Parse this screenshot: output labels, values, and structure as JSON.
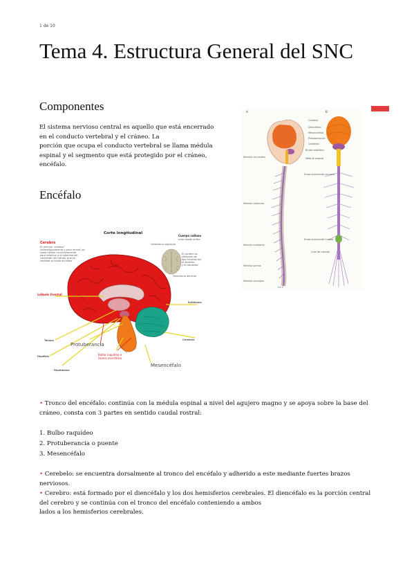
{
  "page_number": "1 de 10",
  "title": "Tema 4. Estructura General del SNC",
  "sections": {
    "componentes": {
      "heading": "Componentes",
      "lines": [
        "El sistema nervioso central es aquello que está encerrado",
        "en el conducto vertebral y el cráneo. La",
        "porción que ocupa el conducto vertebral se llama médula",
        "espinal y el segmento que está protegido por el cráneo,",
        "encéfalo."
      ]
    },
    "encefalo": {
      "heading": "Encéfalo"
    }
  },
  "figure_spine": {
    "label_a": "A",
    "label_b": "B",
    "left_labels": [
      "Nervios cervicales",
      "Nervios torácicos",
      "Nervios lumbares",
      "Nervios sacros",
      "Nervios coccígeo",
      "Co 1"
    ],
    "right_labels": [
      "Cerebro",
      "Diencéfalo",
      "Mesencéfalo",
      "Protuberancia",
      "Cerebelo",
      "Bulbo raquídeo",
      "Médula espinal",
      "Ensanchamiento cervical",
      "Ensanchamiento lumbar",
      "Cola de caballo"
    ]
  },
  "figure_brain": {
    "title": "Corte longitudinal",
    "callout_cerebro_title": "Cerebro",
    "callout_cerebro_text": [
      "El término \"cerebro\"",
      "(etimológicamente y poco formal) se",
      "suele utilizar incorrectamente",
      "para referirse a la totalidad del",
      "contenido del cráneo, que en",
      "realidad se llama encéfalo."
    ],
    "callout_callosum_title": "Cuerpo calloso",
    "callout_callosum_sub": "visto desde arriba",
    "callout_callosum_text": [
      "El cerebro se",
      "compone de",
      "dos hemisferios,",
      "el derecho",
      "y el izquierdo"
    ],
    "hem_left": "Hemisferio izquierdo",
    "hem_right": "Hemisferio derecho",
    "labels": {
      "lobulo_frontal": "Lóbulo frontal",
      "epitalamo": "Epitálamo",
      "cerebelo": "Cerebelo",
      "talamo": "Tálamo",
      "hipofisis": "Hipófisis",
      "hipotalamo": "Hipotálamo",
      "protuberancia": "Protuberancia",
      "bulbo_line1": "Bulbo raquídeo e",
      "bulbo_line2": "tronco encefálico",
      "mesencefalo": "Mesencéfalo"
    }
  },
  "paragraphs": {
    "tronco": {
      "bullet": "•",
      "lines": [
        " Tronco del encéfalo: continúa con la médula espinal a nivel del agujero magno y se apoya sobre la base del",
        "cráneo, consta con 3 partes en sentido caudal rostral:"
      ]
    },
    "list": [
      "1. Bulbo raquídeo",
      "2. Protuberancia o puente",
      "3. Mesencéfalo"
    ],
    "cerebelo": {
      "bullet": "•",
      "lines": [
        " Cerebelo: se encuentra dorsalmente al tronco del encéfalo y adherido a este mediante fuertes brazos",
        "nerviosos."
      ]
    },
    "cerebro": {
      "bullet": "•",
      "lines": [
        " Cerebro: está formado por el diencéfalo y los dos hemisferios cerebrales. El diencéfalo es la porción central",
        "del cerebro y se continúa con el tronco del encéfalo conteniendo a ambos",
        "lados a los hemisferios cerebrales."
      ]
    }
  },
  "colors": {
    "accent_red": "#e33b3b",
    "brain_red": "#e01818",
    "cerebellum": "#1aa388",
    "brainstem": "#f07a1a",
    "spine_purple": "#9b6bb5"
  }
}
